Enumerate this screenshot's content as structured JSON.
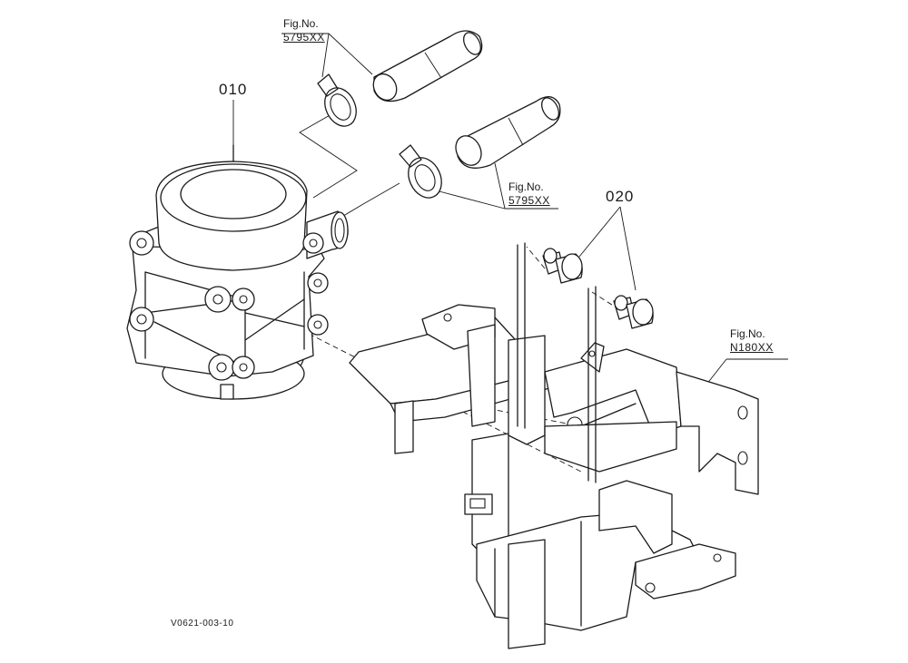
{
  "labels": {
    "fig_top_left": {
      "title": "Fig.No.",
      "code": "5795XX"
    },
    "fig_mid_right": {
      "title": "Fig.No.",
      "code": "5795XX"
    },
    "fig_frame": {
      "title": "Fig.No.",
      "code": "N180XX"
    },
    "part_010": "010",
    "part_020": "020",
    "drawing_ref": "V0621-003-10"
  }
}
